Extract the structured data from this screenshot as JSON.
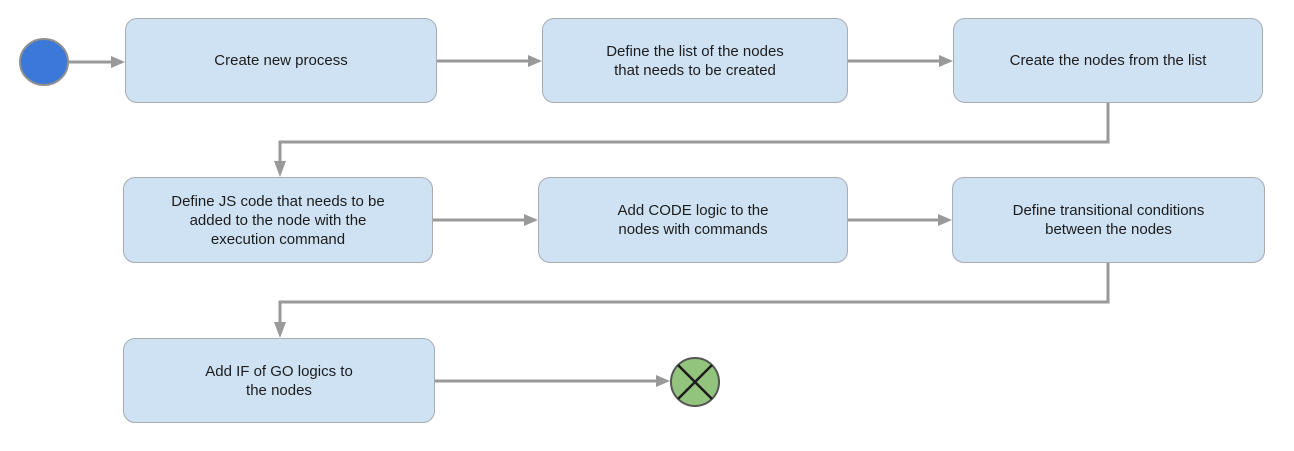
{
  "diagram": {
    "type": "activity-flowchart",
    "steps": [
      {
        "id": "create-new-process",
        "label": "Create new process"
      },
      {
        "id": "define-node-list",
        "label": "Define the list of the nodes\nthat needs to be created"
      },
      {
        "id": "create-nodes-from-list",
        "label": "Create the nodes from the list"
      },
      {
        "id": "define-js-code",
        "label": "Define JS code that needs to be\nadded to the node with the\nexecution command"
      },
      {
        "id": "add-code-logic",
        "label": "Add CODE logic to the\nnodes with commands"
      },
      {
        "id": "define-transitional-conditions",
        "label": "Define transitional conditions\nbetween the nodes"
      },
      {
        "id": "add-if-go-logics",
        "label": "Add IF of GO logics to\nthe nodes"
      }
    ],
    "start_node": "initial-node",
    "end_node": "activity-final-node",
    "colors": {
      "box_fill": "#cfe2f3",
      "box_border": "#a7acb3",
      "connector": "#999999",
      "start_fill": "#3c78d8",
      "start_border": "#8f8f8f",
      "end_fill": "#93c47d",
      "end_border": "#555555",
      "end_cross": "#1c1c1c",
      "text": "#1c1c1c",
      "background": "#ffffff"
    }
  }
}
